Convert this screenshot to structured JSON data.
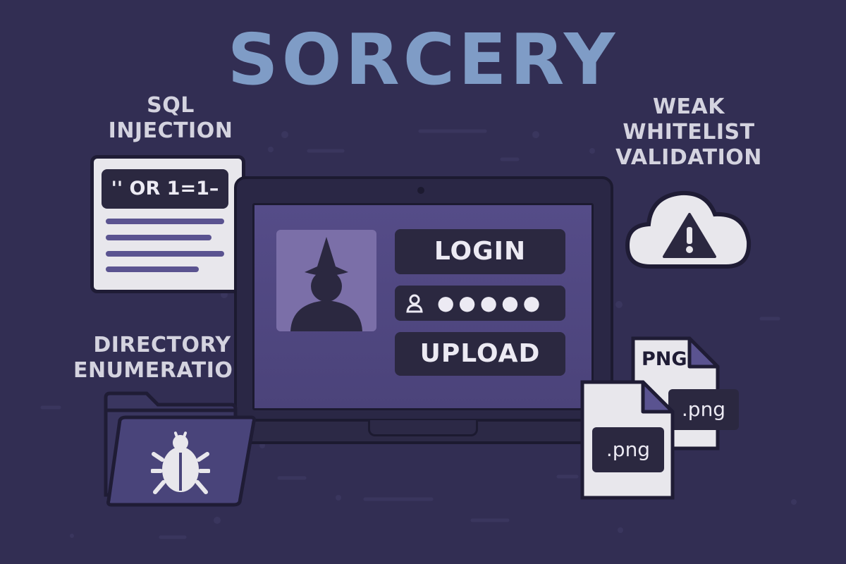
{
  "title": "SORCERY",
  "labels": {
    "sql_line1": "SQL",
    "sql_line2": "INJECTION",
    "dir_line1": "DIRECTORY",
    "dir_line2": "ENUMERATION",
    "weak_line1": "WEAK",
    "weak_line2": "WHITELIST",
    "weak_line3": "VALIDATION"
  },
  "sql_card": {
    "code": "'' OR 1=1–"
  },
  "login_screen": {
    "login_label": "LOGIN",
    "password_mask": "●●●●●",
    "upload_label": "UPLOAD"
  },
  "files": {
    "back_type": "PNG",
    "back_ext": ".png",
    "front_ext": ".png"
  },
  "icons": {
    "warning": "warning-icon",
    "bug": "bug-icon",
    "user": "user-icon",
    "wizard": "wizard-avatar-icon"
  },
  "colors": {
    "background": "#322e53",
    "title": "#7f9cc6",
    "screen": "#554c88",
    "button": "#2b2840",
    "card": "#e8e7ec"
  }
}
